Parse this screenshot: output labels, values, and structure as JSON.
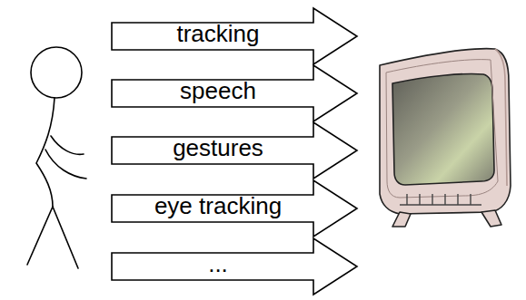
{
  "diagram": {
    "nodes": [
      {
        "text": [
          "tracking"
        ]
      },
      {
        "text": [
          "speech"
        ]
      },
      {
        "text": [
          "gestures"
        ]
      },
      {
        "text": [
          "eye tracking"
        ]
      },
      {
        "text": [
          "..."
        ]
      }
    ]
  }
}
